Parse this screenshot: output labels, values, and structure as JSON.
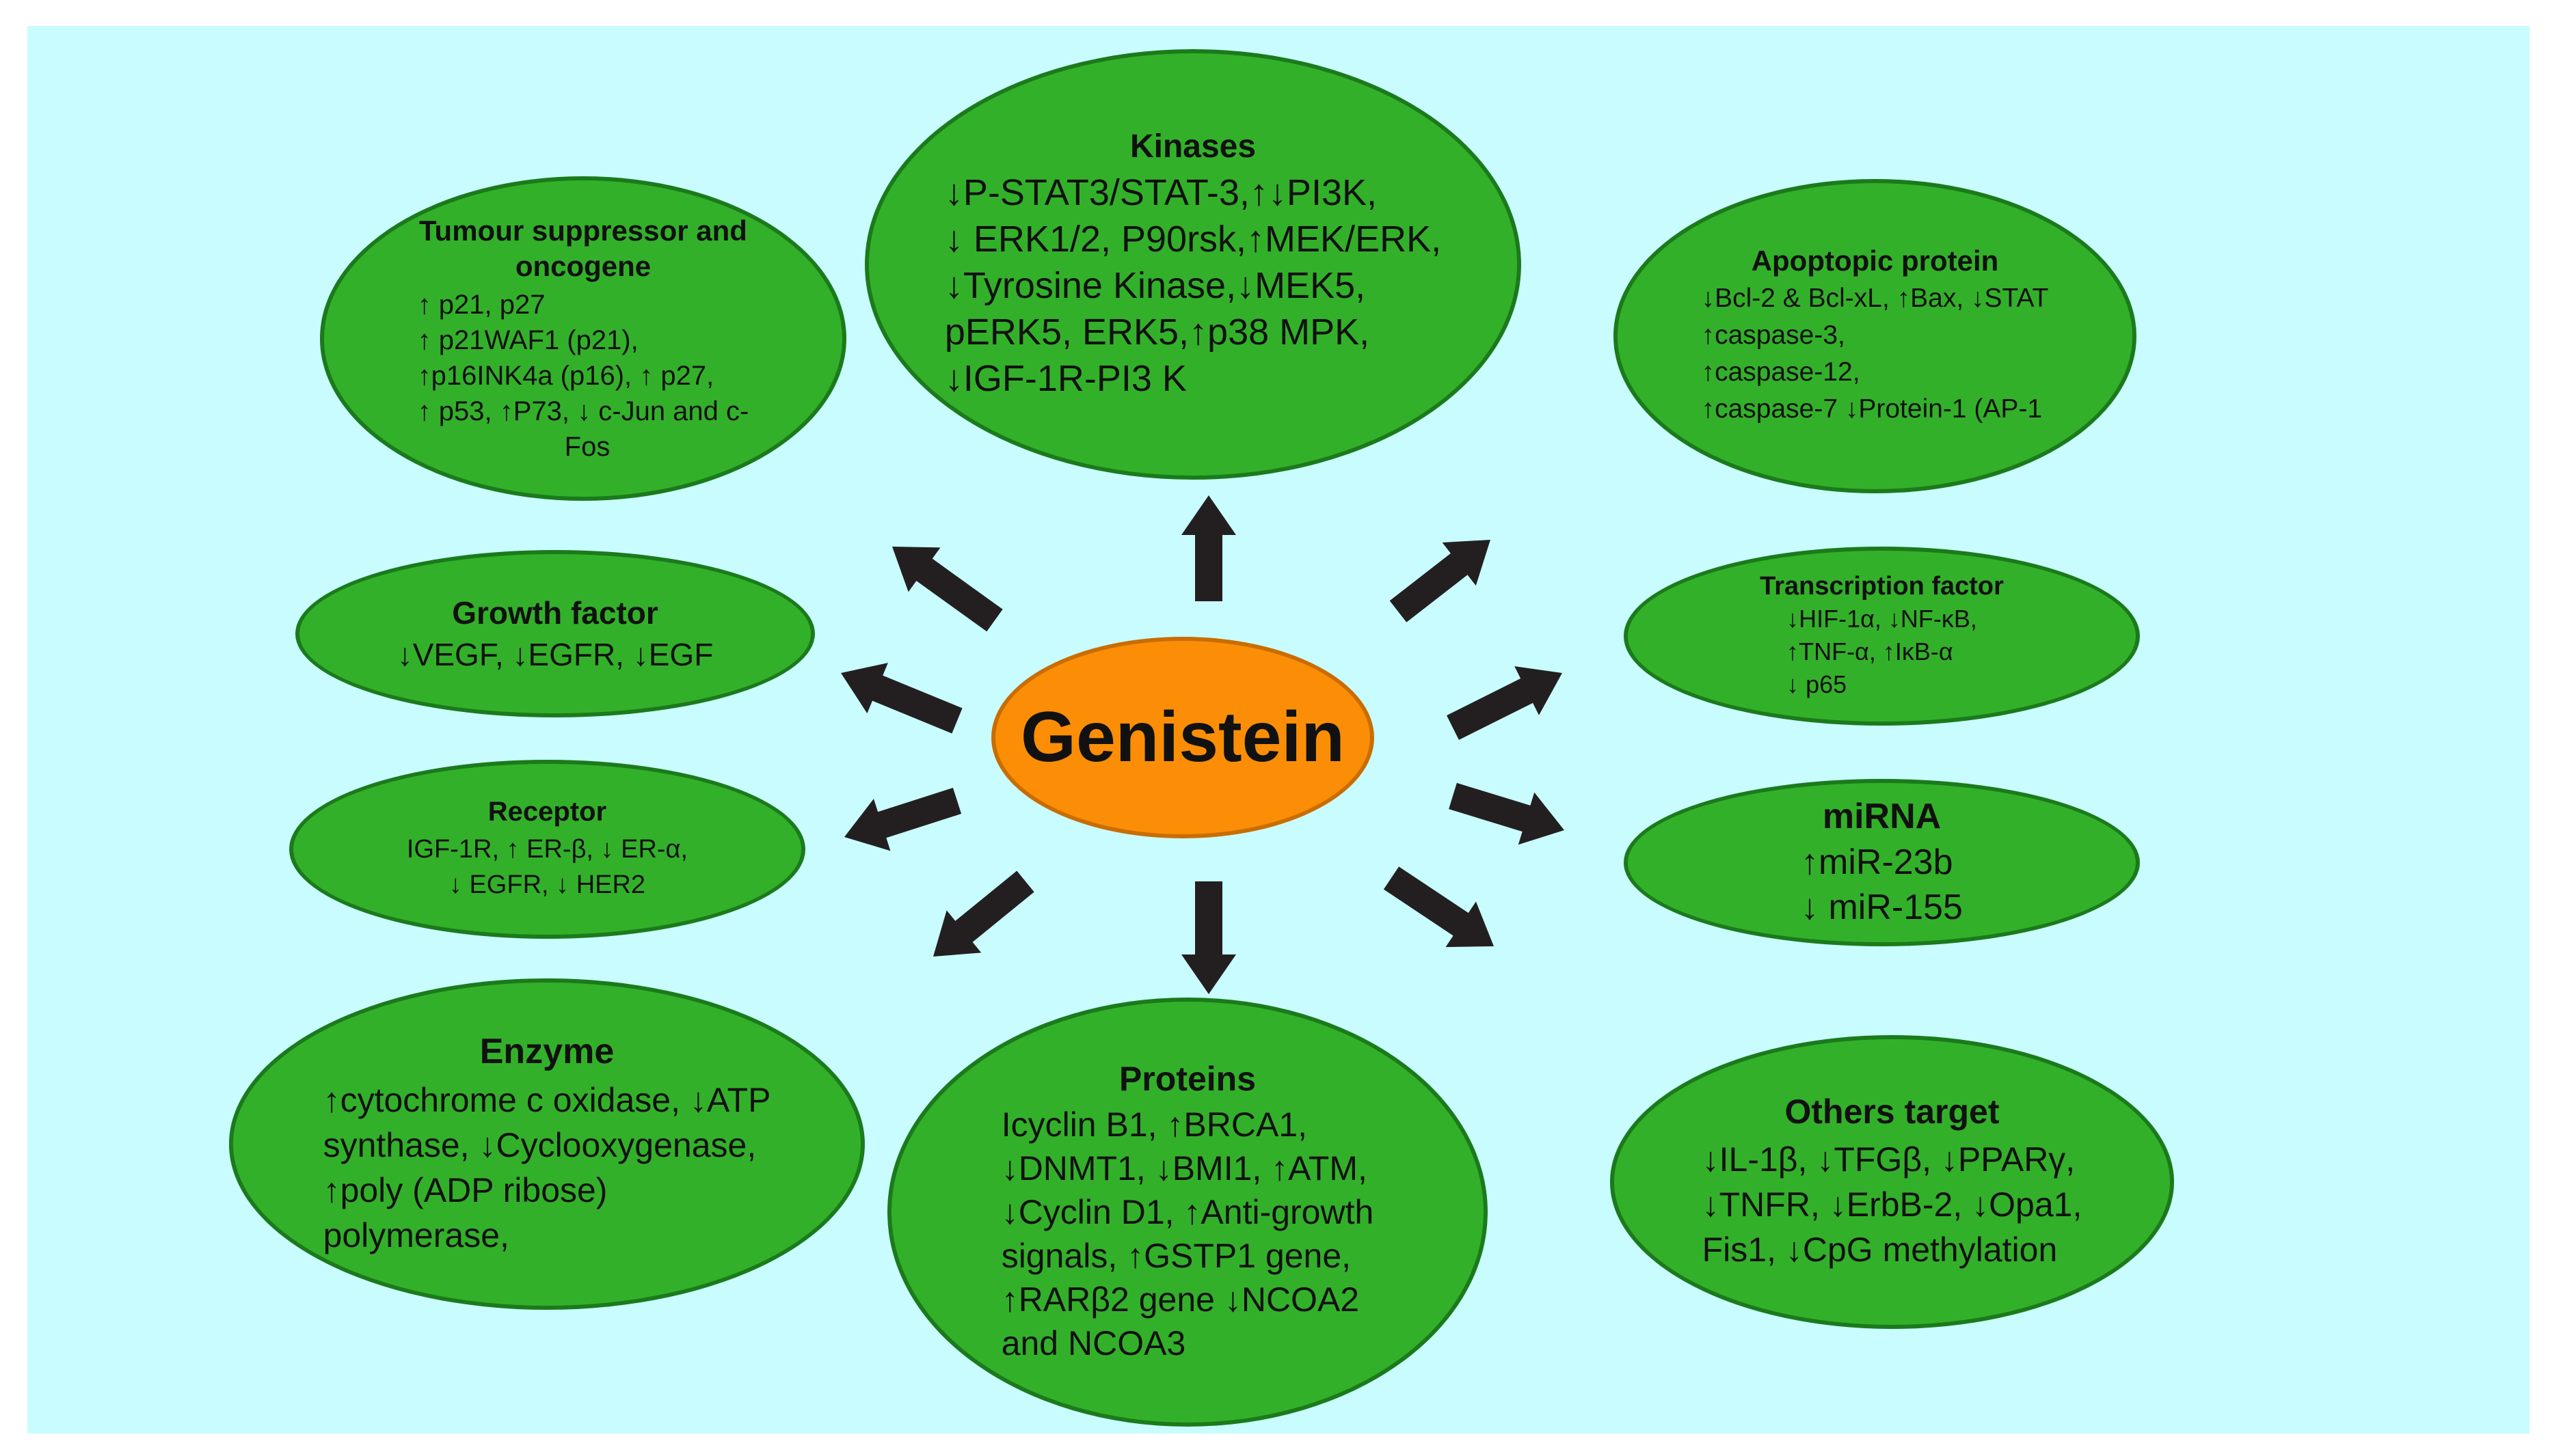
{
  "center": {
    "label": "Genistein",
    "color": "#fb8e06"
  },
  "colors": {
    "background": "#c8fcfe",
    "node_fill": "#33b02a",
    "node_border": "#1b7a1b",
    "arrow": "#231f20"
  },
  "nodes": {
    "kinases": {
      "title": "Kinases",
      "lines": [
        "↓P-STAT3/STAT-3,↑↓PI3K,",
        "↓ ERK1/2, P90rsk,↑MEK/ERK,",
        "↓Tyrosine Kinase,↓MEK5,",
        "pERK5, ERK5,↑p38 MPK,",
        "↓IGF-1R-PI3 K"
      ]
    },
    "tumour": {
      "title": "Tumour suppressor and oncogene",
      "lines": [
        "↑ p21, p27",
        "↑ p21WAF1 (p21),",
        "↑p16INK4a (p16), ↑ p27,",
        "↑ p53, ↑P73, ↓ c-Jun and c-",
        "Fos"
      ]
    },
    "apoptopic": {
      "title": "Apoptopic protein",
      "lines": [
        "↓Bcl-2 & Bcl-xL, ↑Bax, ↓STAT",
        "↑caspase-3,",
        "↑caspase-12,",
        "↑caspase-7 ↓Protein-1 (AP-1"
      ]
    },
    "growth": {
      "title": "Growth factor",
      "lines": [
        "↓VEGF, ↓EGFR, ↓EGF"
      ]
    },
    "transcription": {
      "title": "Transcription factor",
      "lines": [
        "↓HIF-1α, ↓NF-κB,",
        "↑TNF-α, ↑IκB-α",
        "↓ p65"
      ]
    },
    "receptor": {
      "title": "Receptor",
      "lines": [
        "IGF-1R, ↑ ER-β, ↓ ER-α,",
        "↓ EGFR, ↓ HER2"
      ]
    },
    "mirna": {
      "title": "miRNA",
      "lines": [
        "↑miR-23b",
        "↓ miR-155"
      ]
    },
    "enzyme": {
      "title": "Enzyme",
      "lines": [
        "↑cytochrome c oxidase, ↓ATP",
        "synthase, ↓Cyclooxygenase,",
        "↑poly (ADP ribose)",
        "polymerase,"
      ]
    },
    "proteins": {
      "title": "Proteins",
      "lines": [
        "Icyclin B1, ↑BRCA1,",
        "↓DNMT1, ↓BMI1, ↑ATM,",
        "↓Cyclin D1, ↑Anti-growth",
        "signals, ↑GSTP1 gene,",
        "↑RARβ2 gene ↓NCOA2",
        "and NCOA3"
      ]
    },
    "others": {
      "title": "Others target",
      "lines": [
        "↓IL-1β, ↓TFGβ, ↓PPARγ,",
        "↓TNFR, ↓ErbB-2, ↓Opa1,",
        "Fis1, ↓CpG methylation"
      ]
    }
  }
}
